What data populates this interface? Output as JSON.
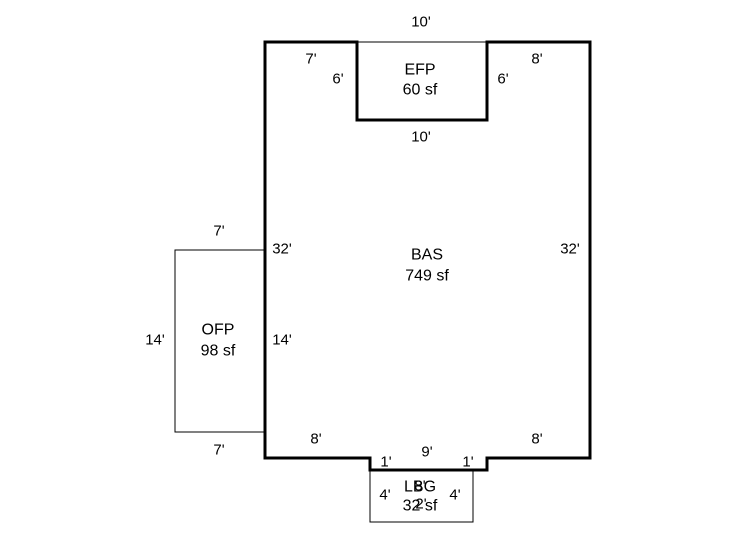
{
  "colors": {
    "background": "#ffffff",
    "line": "#000000",
    "text": "#000000"
  },
  "areas": {
    "bas": {
      "name": "BAS",
      "size": "749 sf"
    },
    "efp": {
      "name": "EFP",
      "size": "60 sf"
    },
    "ofp": {
      "name": "OFP",
      "size": "98 sf"
    },
    "lbg": {
      "name": "LBG",
      "size": "32 sf",
      "overlap_name": "8'",
      "overlap_size": "2'"
    }
  },
  "dimensions": {
    "efp_top": "10'",
    "efp_bottom": "10'",
    "efp_left_side": "6'",
    "efp_right_side": "6'",
    "bas_top_left": "7'",
    "bas_top_right": "8'",
    "bas_left": "32'",
    "bas_right": "32'",
    "bas_bottom_left": "8'",
    "bas_bottom_right": "8'",
    "bas_bottom_center": "9'",
    "notch_left": "1'",
    "notch_right": "1'",
    "ofp_top": "7'",
    "ofp_bottom": "7'",
    "ofp_left": "14'",
    "ofp_right": "14'",
    "lbg_left": "4'",
    "lbg_right": "4'"
  }
}
